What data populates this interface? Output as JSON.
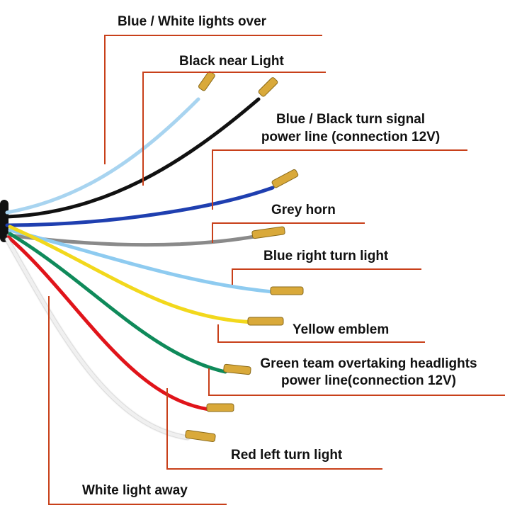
{
  "diagram": {
    "leader_color": "#c8401a",
    "labels": [
      {
        "id": "blue-white",
        "text": "Blue / White lights over"
      },
      {
        "id": "black",
        "text": "Black near Light"
      },
      {
        "id": "blue-black",
        "lines": [
          "Blue / Black turn signal",
          "power line (connection 12V)"
        ]
      },
      {
        "id": "grey",
        "text": "Grey horn"
      },
      {
        "id": "blue-right",
        "text": "Blue right turn light"
      },
      {
        "id": "yellow",
        "text": "Yellow emblem"
      },
      {
        "id": "green",
        "lines": [
          "Green team overtaking headlights",
          "power line(connection 12V)"
        ]
      },
      {
        "id": "red",
        "text": "Red left turn light"
      },
      {
        "id": "white",
        "text": "White light away"
      }
    ],
    "wires": [
      {
        "name": "blue-white",
        "color": "#a8d4f0"
      },
      {
        "name": "black",
        "color": "#111111"
      },
      {
        "name": "blue-black",
        "color": "#1f3fb0"
      },
      {
        "name": "grey",
        "color": "#8a8a8a"
      },
      {
        "name": "light-blue",
        "color": "#8ecbf0"
      },
      {
        "name": "yellow",
        "color": "#f2d81c"
      },
      {
        "name": "green",
        "color": "#0f8a5a"
      },
      {
        "name": "red",
        "color": "#e0141a"
      },
      {
        "name": "white",
        "color": "#f0f0f0"
      }
    ],
    "terminal_color": "#d9a93a"
  }
}
